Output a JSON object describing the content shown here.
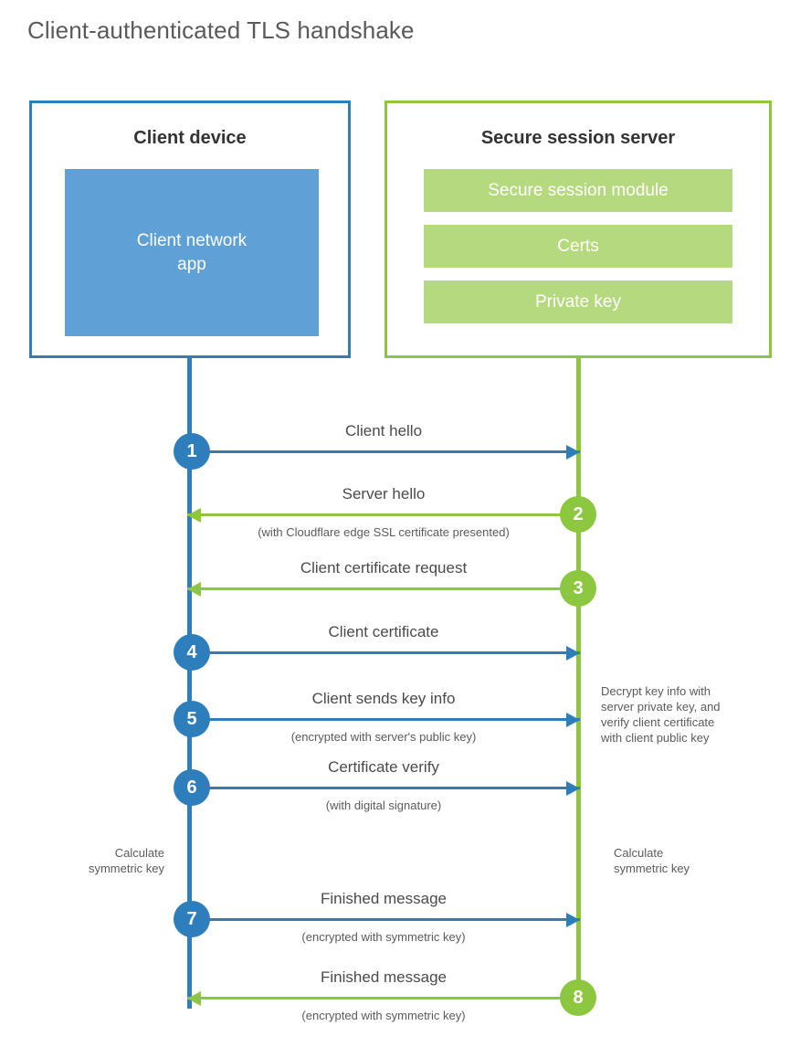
{
  "title": "Client-authenticated TLS handshake",
  "colors": {
    "blue": "#2e7ebb",
    "blue_fill": "#5fa0d6",
    "green": "#8dc63f",
    "green_fill": "#b5d97e",
    "title_text": "#5a5a5a",
    "label_text": "#4a4a4a",
    "background": "#ffffff"
  },
  "client": {
    "title": "Client device",
    "app_label": "Client network\napp"
  },
  "server": {
    "title": "Secure session server",
    "items": [
      {
        "label": "Secure session module"
      },
      {
        "label": "Certs"
      },
      {
        "label": "Private key"
      }
    ]
  },
  "steps": [
    {
      "number": "1",
      "label": "Client hello",
      "sublabel": "",
      "direction": "client-to-server",
      "color": "blue"
    },
    {
      "number": "2",
      "label": "Server hello",
      "sublabel": "(with Cloudflare edge SSL certificate presented)",
      "direction": "server-to-client",
      "color": "green"
    },
    {
      "number": "3",
      "label": "Client certificate request",
      "sublabel": "",
      "direction": "server-to-client",
      "color": "green"
    },
    {
      "number": "4",
      "label": "Client certificate",
      "sublabel": "",
      "direction": "client-to-server",
      "color": "blue"
    },
    {
      "number": "5",
      "label": "Client sends key info",
      "sublabel": "(encrypted with server's public key)",
      "direction": "client-to-server",
      "color": "blue"
    },
    {
      "number": "6",
      "label": "Certificate verify",
      "sublabel": "(with digital signature)",
      "direction": "client-to-server",
      "color": "blue"
    },
    {
      "number": "7",
      "label": "Finished message",
      "sublabel": "(encrypted with symmetric key)",
      "direction": "client-to-server",
      "color": "blue"
    },
    {
      "number": "8",
      "label": "Finished message",
      "sublabel": "(encrypted with symmetric key)",
      "direction": "server-to-client",
      "color": "green"
    }
  ],
  "annotations": {
    "server_decrypt": "Decrypt key info with\nserver private key, and\nverify client certificate\nwith client public key",
    "client_calculate": "Calculate\nsymmetric key",
    "server_calculate": "Calculate\nsymmetric key"
  }
}
